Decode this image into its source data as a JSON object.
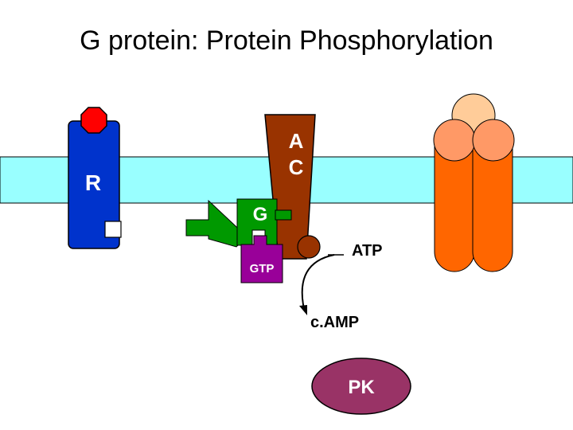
{
  "title": "G protein: Protein Phosphorylation",
  "labels": {
    "receptor": "R",
    "adenylyl_cyclase_line1": "A",
    "adenylyl_cyclase_line2": "C",
    "g_protein": "G",
    "gtp": "GTP",
    "atp": "ATP",
    "camp": "c.AMP",
    "protein_kinase": "PK"
  },
  "colors": {
    "membrane": "#99FFFF",
    "receptor": "#0033CC",
    "ligand": "#FF0000",
    "adenylyl_cyclase": "#993300",
    "atp_site": "#993300",
    "g_protein": "#009900",
    "gtp": "#990099",
    "channel": "#FF6600",
    "channel_top": "#FF9966",
    "channel_cap": "#FFCC99",
    "protein_kinase": "#993366"
  }
}
